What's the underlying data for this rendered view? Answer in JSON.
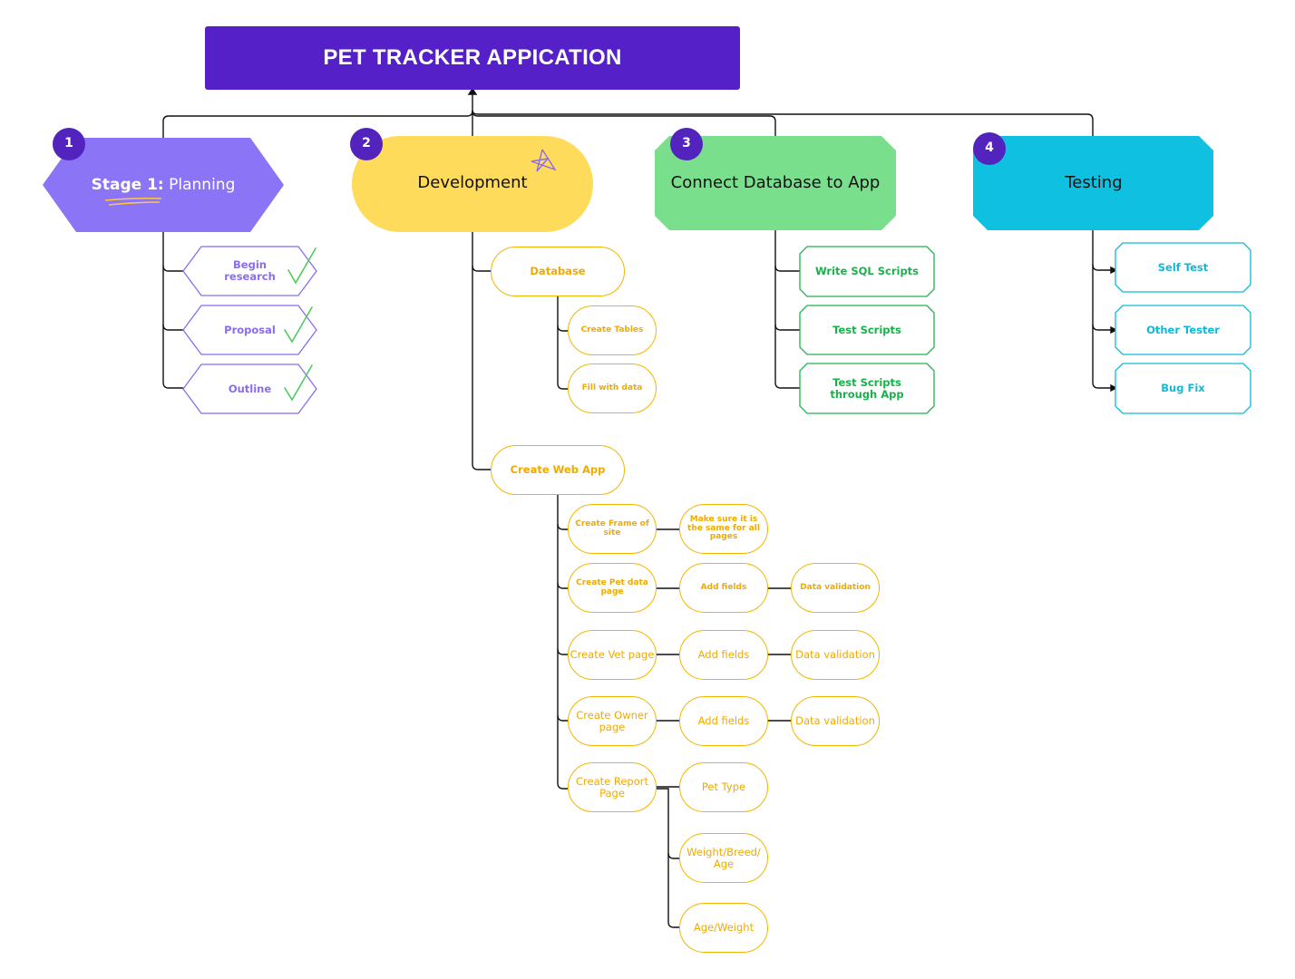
{
  "title": "PET TRACKER APPICATION",
  "stages": {
    "s1": {
      "number": "1",
      "bold": "Stage 1:",
      "label": "Planning"
    },
    "s2": {
      "number": "2",
      "label": "Development"
    },
    "s3": {
      "number": "3",
      "label": "Connect Database to App"
    },
    "s4": {
      "number": "4",
      "label": "Testing"
    }
  },
  "planning": [
    "Begin research",
    "Proposal",
    "Outline"
  ],
  "development": {
    "database": "Database",
    "create_tables": "Create Tables",
    "fill_data": "Fill with data",
    "web_app": "Create Web App",
    "frame": "Create Frame of site",
    "frame_note": "Make sure it is the same for all pages",
    "pet_page": "Create Pet data page",
    "pet_fields": "Add fields",
    "pet_validation": "Data validation",
    "vet_page": "Create Vet page",
    "vet_fields": "Add fields",
    "vet_validation": "Data validation",
    "owner_page": "Create Owner page",
    "owner_fields": "Add fields",
    "owner_validation": "Data validation",
    "report_page": "Create Report Page",
    "pet_type": "Pet Type",
    "weight_breed_age": "Weight/Breed/ Age",
    "age_weight": "Age/Weight"
  },
  "connect": [
    "Write SQL Scripts",
    "Test Scripts",
    "Test Scripts through App"
  ],
  "testing": [
    "Self Test",
    "Other Tester",
    "Bug Fix"
  ],
  "colors": {
    "title": "#5620c9",
    "badge": "#5224bd",
    "planning": "#8c74f6",
    "development": "#ffdb5c",
    "connect": "#79df8c",
    "testing": "#10c0e0",
    "dev_outline": "#f2b600",
    "connect_outline": "#22b24c",
    "testing_outline": "#10b9d9",
    "check": "#4ccc5c"
  }
}
